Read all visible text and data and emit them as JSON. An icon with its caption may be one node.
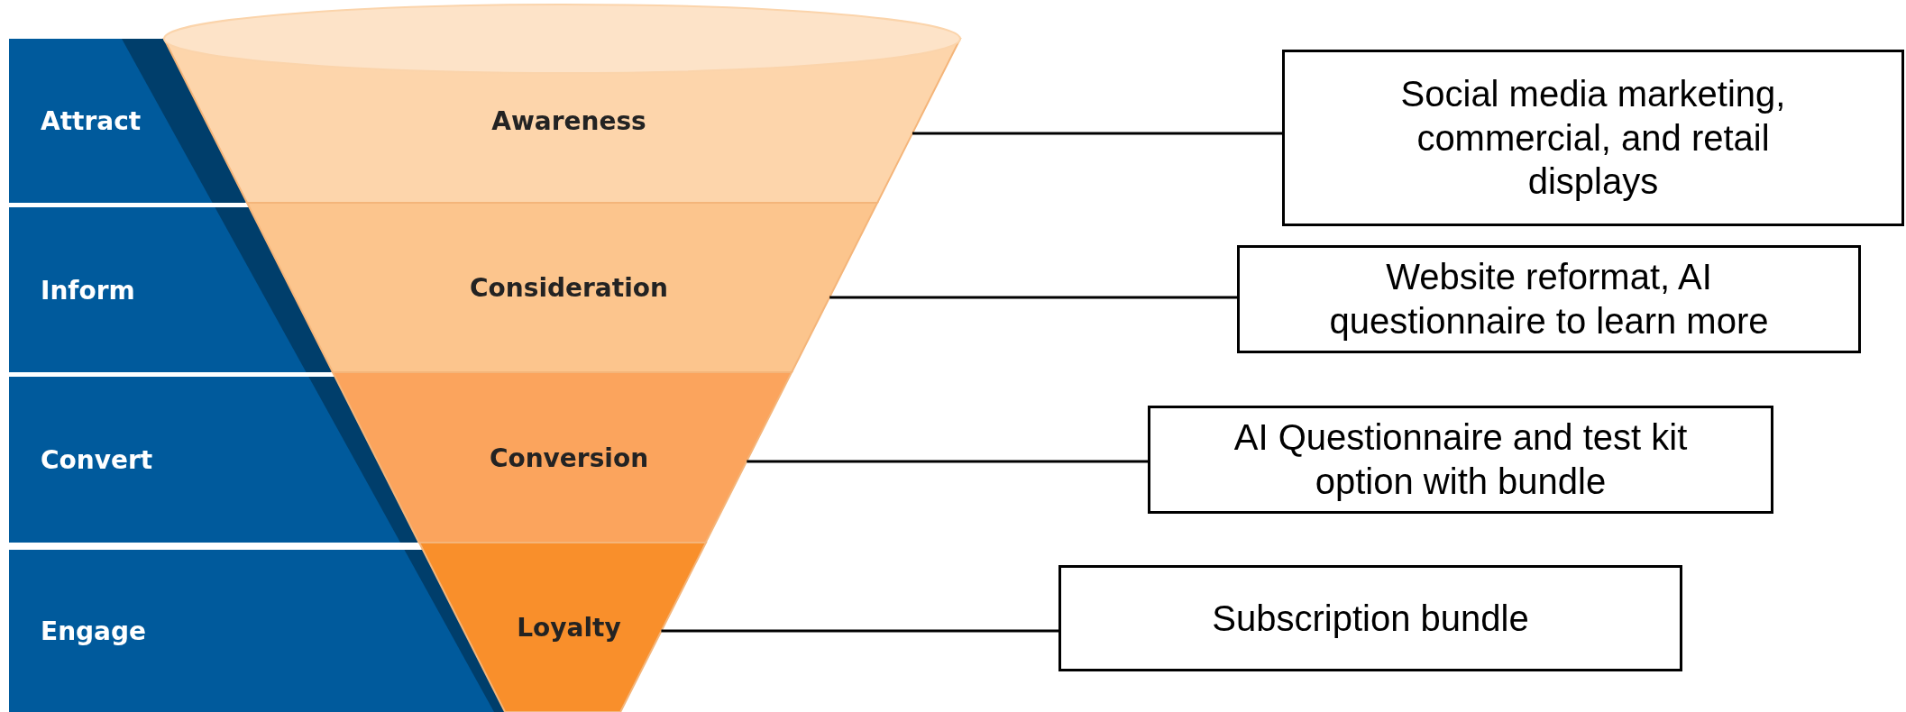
{
  "diagram": {
    "nodes": [
      {
        "text": [
          "Attract"
        ]
      },
      {
        "text": [
          "Inform"
        ]
      },
      {
        "text": [
          "Convert"
        ]
      },
      {
        "text": [
          "Engage"
        ]
      },
      {
        "text": [
          "Awareness"
        ]
      },
      {
        "text": [
          "Consideration"
        ]
      },
      {
        "text": [
          "Conversion"
        ]
      },
      {
        "text": [
          "Loyalty"
        ]
      },
      {
        "text": [
          "Social media marketing, commercial, and retail displays"
        ]
      },
      {
        "text": [
          "Website reformat, AI questionnaire to learn more"
        ]
      },
      {
        "text": [
          "AI Questionnaire and test kit option with bundle"
        ]
      },
      {
        "text": [
          "Subscription bundle"
        ]
      }
    ],
    "edges": [
      {
        "from": 4,
        "to": 8,
        "arrow": "none"
      },
      {
        "from": 5,
        "to": 9,
        "arrow": "none"
      },
      {
        "from": 6,
        "to": 10,
        "arrow": "none"
      },
      {
        "from": 7,
        "to": 11,
        "arrow": "none"
      }
    ]
  }
}
